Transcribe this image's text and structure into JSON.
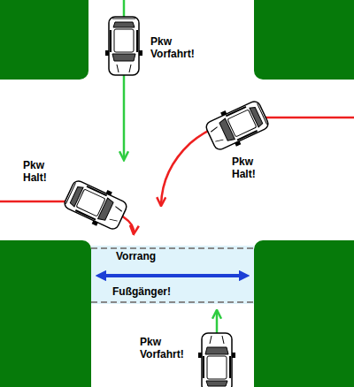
{
  "diagram": {
    "nodes": [
      {
        "text": [
          "Vorrang",
          "Fußgänger!"
        ]
      }
    ],
    "labels": [
      "Pkw Vorfahrt!",
      "Pkw Halt!",
      "Pkw Halt!",
      "Pkw Vorfahrt!"
    ]
  }
}
